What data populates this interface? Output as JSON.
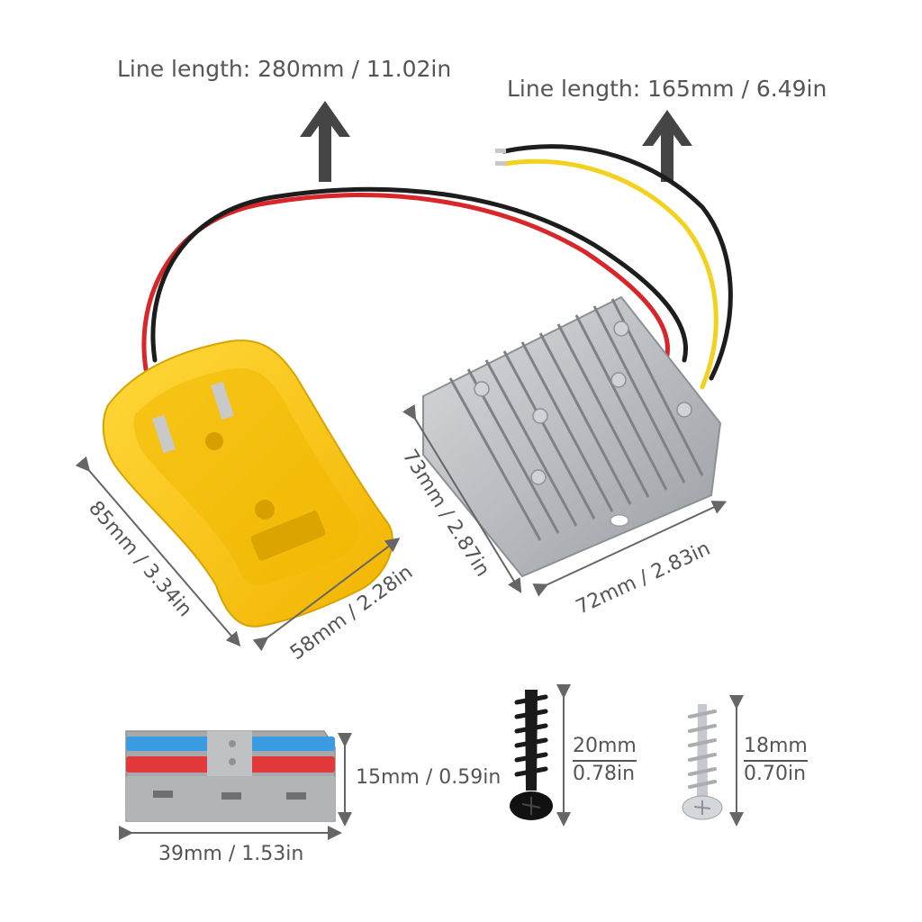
{
  "labels": {
    "wire_long": "Line length: 280mm / 11.02in",
    "wire_short": "Line length: 165mm / 6.49in",
    "adapter_length": "85mm / 3.34in",
    "adapter_width": "58mm / 2.28in",
    "converter_height": "73mm / 2.87in",
    "converter_width": "72mm / 2.83in",
    "connector_height": "15mm / 0.59in",
    "connector_width": "39mm / 1.53in",
    "screw_black_mm": "20mm",
    "screw_black_in": "0.78in",
    "screw_silver_mm": "18mm",
    "screw_silver_in": "0.70in"
  },
  "colors": {
    "adapter_yellow": "#f5c518",
    "heatsink_silver": "#b9bcc0",
    "wire_red": "#d8262a",
    "wire_black": "#1d1d1d",
    "wire_yellow": "#f2d21c",
    "connector_gray": "#a7a9ac",
    "connector_blue": "#3b9be0",
    "connector_red": "#e23a3a",
    "arrow_gray": "#454545"
  }
}
